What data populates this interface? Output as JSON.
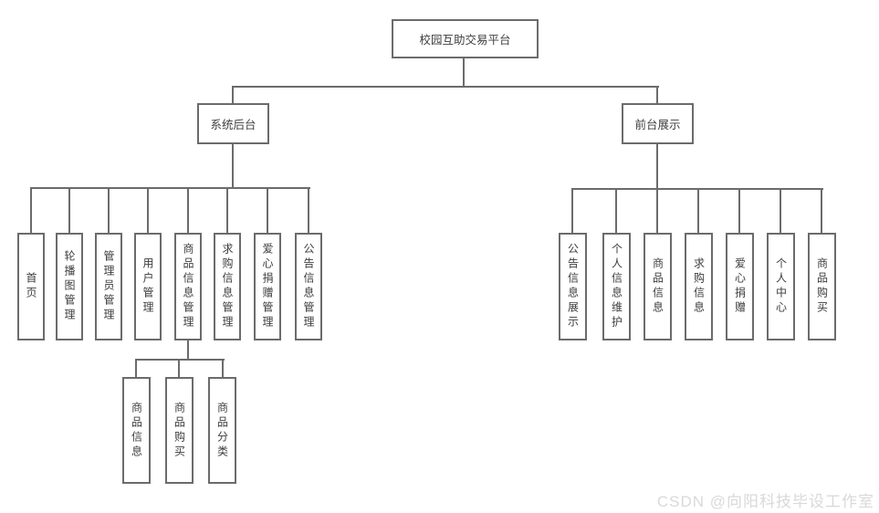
{
  "nodes": {
    "root": "校园互助交易平台",
    "backend": "系统后台",
    "frontend": "前台展示",
    "backend_children": [
      "首页",
      "轮播图管理",
      "管理员管理",
      "用户管理",
      "商品信息管理",
      "求购信息管理",
      "爱心捐赠管理",
      "公告信息管理"
    ],
    "product_children": [
      "商品信息",
      "商品购买",
      "商品分类"
    ],
    "frontend_children": [
      "公告信息展示",
      "个人信息维护",
      "商品信息",
      "求购信息",
      "爱心捐赠",
      "个人中心",
      "商品购买"
    ]
  },
  "watermark": "CSDN @向阳科技毕设工作室",
  "colors": {
    "background": "#ffffff",
    "node_border": "#6b6b6b",
    "connector": "#6b6b6b",
    "text": "#3d3d3d",
    "watermark": "#d9d9d9"
  }
}
